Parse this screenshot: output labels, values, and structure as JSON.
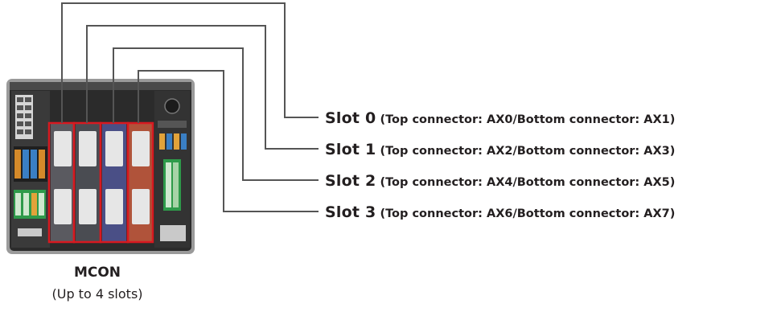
{
  "device": {
    "name": "MCON",
    "subtitle": "(Up to 4 slots)"
  },
  "slots": [
    {
      "name": "Slot 0",
      "description": "(Top connector: AX0/Bottom connector: AX1)"
    },
    {
      "name": "Slot 1",
      "description": "(Top connector: AX2/Bottom connector: AX3)"
    },
    {
      "name": "Slot 2",
      "description": "(Top connector: AX4/Bottom connector: AX5)"
    },
    {
      "name": "Slot 3",
      "description": "(Top connector: AX6/Bottom connector: AX7)"
    }
  ],
  "colors": {
    "leader_line": "#555555",
    "slot_highlight": "#d71920",
    "slot_fill": [
      "#5a5a60",
      "#4a4c52",
      "#4a4f86",
      "#b0533a"
    ]
  }
}
